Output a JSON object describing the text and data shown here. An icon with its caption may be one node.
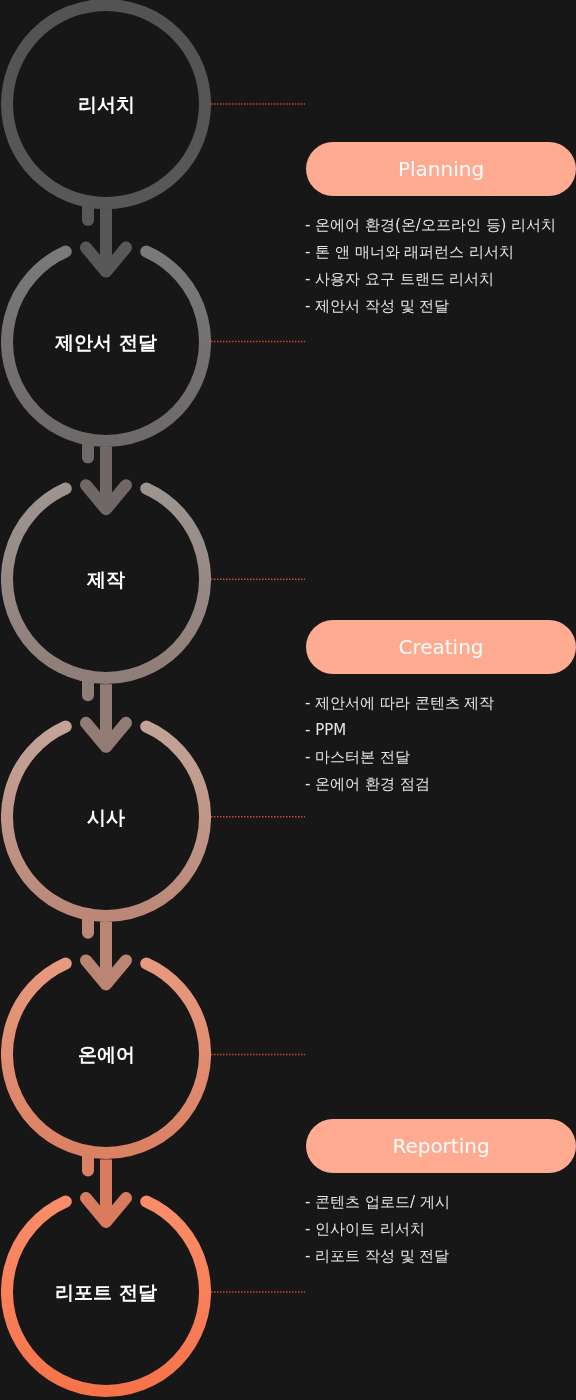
{
  "diagram": {
    "nodes": [
      {
        "text": [
          "리서치"
        ]
      },
      {
        "text": [
          "제안서 전달"
        ]
      },
      {
        "text": [
          "제작"
        ]
      },
      {
        "text": [
          "시사"
        ]
      },
      {
        "text": [
          "온에어"
        ]
      },
      {
        "text": [
          "리포트 전달"
        ]
      },
      {
        "text": [
          "Planning"
        ],
        "beside": [
          "- 온에어 환경(온/오프라인 등) 리서치",
          "- 톤 앤 매너와 래퍼런스 리서치",
          "- 사용자 요구 트랜드 리서치",
          "- 제안서 작성 및 전달"
        ]
      },
      {
        "text": [
          "Creating"
        ],
        "beside": [
          "- 제안서에 따라 콘텐츠 제작",
          "- PPM",
          "- 마스터본 전달",
          "- 온에어 환경 점검"
        ]
      },
      {
        "text": [
          "Reporting"
        ],
        "beside": [
          "- 콘텐츠 업로드/ 게시",
          "- 인사이트 리서치",
          "- 리포트 작성 및 전달"
        ]
      }
    ],
    "edges": [
      {
        "from": 0,
        "to": 1,
        "arrow": "to",
        "style": "thick",
        "color": "#585858"
      },
      {
        "from": 1,
        "to": 2,
        "arrow": "to",
        "style": "thick",
        "color": "#706866"
      },
      {
        "from": 2,
        "to": 3,
        "arrow": "to",
        "style": "thick",
        "color": "#927d76"
      },
      {
        "from": 3,
        "to": 4,
        "arrow": "to",
        "style": "thick",
        "color": "#bb8574"
      },
      {
        "from": 4,
        "to": 5,
        "arrow": "to",
        "style": "thick",
        "color": "#d97c5e"
      },
      {
        "from": 0,
        "to": null,
        "arrow": "none",
        "style": "dashed",
        "color": "#c24b2a"
      },
      {
        "from": 1,
        "to": null,
        "arrow": "none",
        "style": "dashed",
        "color": "#c24b2a"
      },
      {
        "from": 2,
        "to": null,
        "arrow": "none",
        "style": "dashed",
        "color": "#c24b2a"
      },
      {
        "from": 3,
        "to": null,
        "arrow": "none",
        "style": "dashed",
        "color": "#c24b2a"
      },
      {
        "from": 4,
        "to": null,
        "arrow": "none",
        "style": "dashed",
        "color": "#c24b2a"
      },
      {
        "from": 5,
        "to": null,
        "arrow": "none",
        "style": "dashed",
        "color": "#c24b2a"
      }
    ]
  }
}
